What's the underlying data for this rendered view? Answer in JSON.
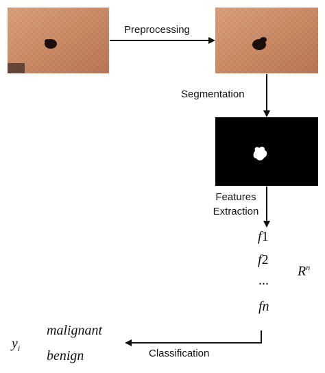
{
  "steps": {
    "preprocessing": "Preprocessing",
    "segmentation": "Segmentation",
    "features_line1": "Features",
    "features_line2": "Extraction",
    "classification": "Classification"
  },
  "features": {
    "f1_base": "f",
    "f1_idx": "1",
    "f2_base": "f",
    "f2_idx": "2",
    "ellipsis": "...",
    "fn": "fn",
    "space_base": "R",
    "space_exp": "n"
  },
  "output": {
    "y_base": "y",
    "y_sub": "i",
    "class1": "malignant",
    "class2": "benign"
  },
  "colors": {
    "skin": "#c98a65",
    "skin_dark": "#a8664a",
    "lesion": "#1a0f0c",
    "mask_bg": "#000000",
    "mask_fg": "#ffffff"
  }
}
